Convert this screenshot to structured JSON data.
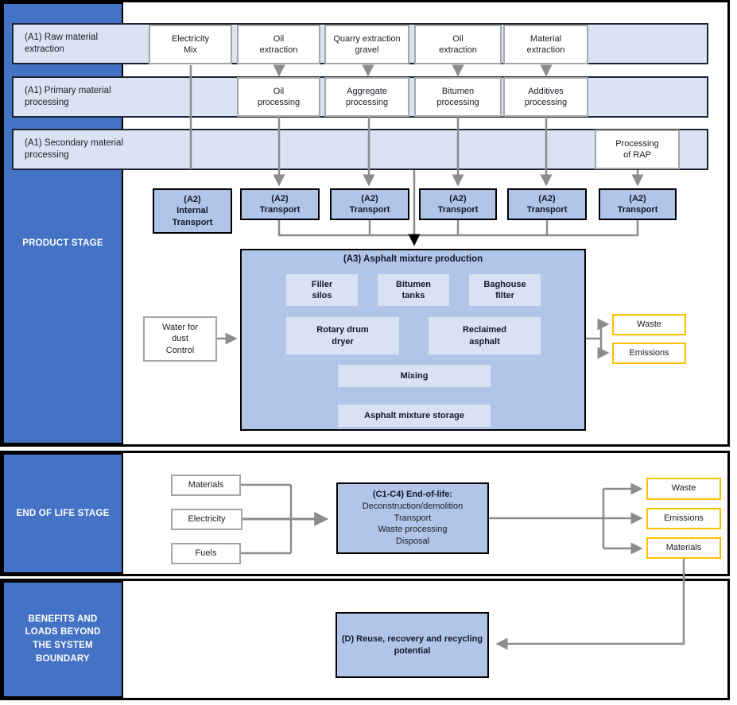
{
  "product_stage": {
    "sidebar_label": "PRODUCT STAGE",
    "bands": [
      "(A1) Raw material\nextraction",
      "(A1) Primary material\nprocessing",
      "(A1) Secondary material\nprocessing"
    ],
    "extraction_boxes": [
      "Electricity\nMix",
      "Oil\nextraction",
      "Quarry extraction\ngravel",
      "Oil\nextraction",
      "Material\nextraction"
    ],
    "processing_boxes": [
      "Oil\nprocessing",
      "Aggregate\nprocessing",
      "Bitumen\nprocessing",
      "Additives\nprocessing"
    ],
    "rap_box": "Processing\nof RAP",
    "internal_transport": "(A2)\nInternal\nTransport",
    "transport": "(A2)\nTransport",
    "a3": {
      "title": "(A3) Asphalt mixture production",
      "units": [
        "Filler\nsilos",
        "Bitumen\ntanks",
        "Baghouse\nfilter",
        "Rotary drum\ndryer",
        "Reclaimed\nasphalt",
        "Mixing",
        "Asphalt mixture storage"
      ]
    },
    "water_box": "Water for\ndust\nControl",
    "outputs": [
      "Waste",
      "Emissions"
    ]
  },
  "eol_stage": {
    "sidebar_label": "END OF LIFE STAGE",
    "inputs": [
      "Materials",
      "Electricity",
      "Fuels"
    ],
    "c_box": {
      "title": "(C1-C4) End-of-life:",
      "body": "Deconstruction/demolition\nTransport\nWaste processing\nDisposal"
    },
    "outputs": [
      "Waste",
      "Emissions",
      "Materials"
    ]
  },
  "benefits_stage": {
    "sidebar_label": "BENEFITS AND\nLOADS BEYOND\nTHE SYSTEM\nBOUNDARY",
    "d_box": "(D) Reuse, recovery and recycling\npotential"
  },
  "colors": {
    "sidebar_blue": "#4472C4",
    "band_blue": "#DAE3F3",
    "box_blue": "#B0C5E7",
    "inner_blue": "#D9E2F3",
    "output_border_yellow": "#FFC000",
    "connector_gray": "#8C8C8C",
    "connector_black": "#000000"
  }
}
